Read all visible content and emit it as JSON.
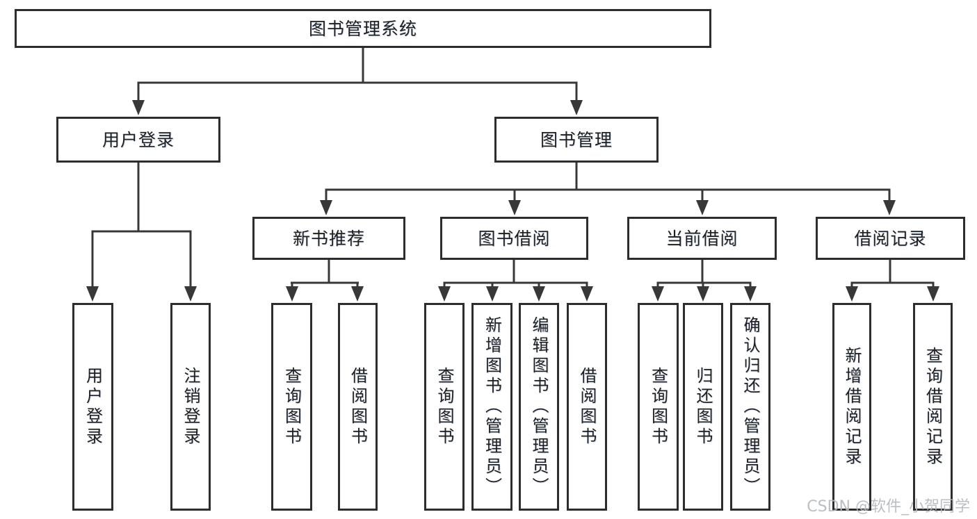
{
  "diagram": {
    "root": {
      "label": "图书管理系统"
    },
    "level2": [
      {
        "label": "用户登录"
      },
      {
        "label": "图书管理"
      }
    ],
    "level3": [
      {
        "label": "新书推荐"
      },
      {
        "label": "图书借阅"
      },
      {
        "label": "当前借阅"
      },
      {
        "label": "借阅记录"
      }
    ],
    "leaves": {
      "user_login": [
        "用户登录",
        "注销登录"
      ],
      "new_book_recommend": [
        "查询图书",
        "借阅图书"
      ],
      "book_borrow": [
        "查询图书",
        "新增图书（管理员）",
        "编辑图书（管理员）",
        "借阅图书"
      ],
      "current_borrow": [
        "查询图书",
        "归还图书",
        "确认归还（管理员）"
      ],
      "borrow_records": [
        "新增借阅记录",
        "查询借阅记录"
      ]
    }
  },
  "watermark": {
    "text": "CSDN @软件_小贺同学"
  },
  "colors": {
    "line": "#383838",
    "box_border": "#2d2d2d",
    "text": "#1f1f1f",
    "watermark": "#b4b9be",
    "background": "#ffffff"
  }
}
